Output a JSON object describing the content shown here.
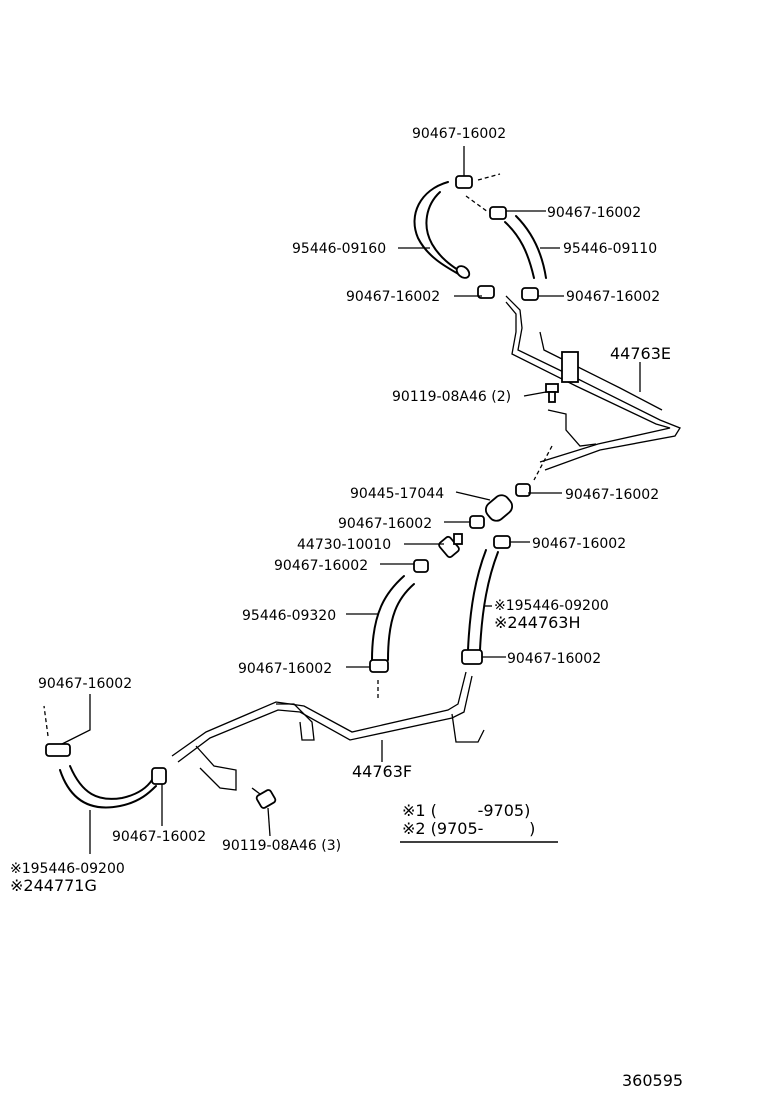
{
  "labels": {
    "l1": "90467-16002",
    "l2": "90467-16002",
    "l3": "95446-09160",
    "l4": "95446-09110",
    "l5": "90467-16002",
    "l6": "90467-16002",
    "l7": "44763E",
    "l8": "90119-08A46 (2)",
    "l9": "90445-17044",
    "l10": "90467-16002",
    "l11": "90467-16002",
    "l12": "44730-10010",
    "l13": "90467-16002",
    "l14": "90467-16002",
    "l15": "※195446-09200",
    "l16": "※244763H",
    "l17": "95446-09320",
    "l18": "90467-16002",
    "l19": "90467-16002",
    "l20": "90467-16002",
    "l21": "44763F",
    "l22": "90467-16002",
    "l23": "90119-08A46 (3)",
    "l24": "※195446-09200",
    "l25": "※244771G"
  },
  "legend": {
    "row1": "※1 (        -9705)",
    "row2": "※2 (9705-         )"
  },
  "ref_number": "360595"
}
